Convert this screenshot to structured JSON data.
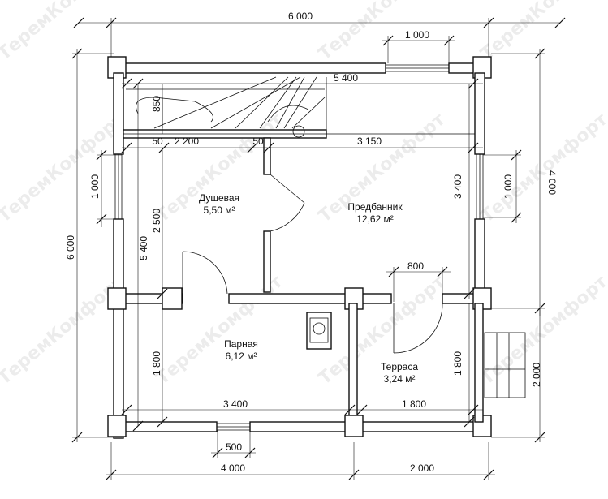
{
  "watermark": "ТеремКомфорт",
  "dimensions": {
    "top_total": "6 000",
    "top_window": "1 000",
    "left_total": "6 000",
    "left_window": "1 000",
    "left_inner": "5 400",
    "right_upper": "4 000",
    "right_window": "1 000",
    "right_lower": "2 000",
    "bottom_left": "4 000",
    "bottom_right": "2 000",
    "bottom_door": "500",
    "inner_top": "5 400",
    "inner_mid_right": "3 150",
    "inner_mid_left": "2 200",
    "inner_mid_50a": "50",
    "inner_mid_50b": "50",
    "inner_850": "850",
    "inner_2500": "2 500",
    "inner_3400_v": "3 400",
    "inner_800": "800",
    "inner_1800_left": "1 800",
    "inner_1800_right": "1 800",
    "inner_3400_h": "3 400",
    "inner_1800_h": "1 800"
  },
  "rooms": [
    {
      "name": "Душевая",
      "area": "5,50 м²"
    },
    {
      "name": "Предбанник",
      "area": "12,62 м²"
    },
    {
      "name": "Парная",
      "area": "6,12 м²"
    },
    {
      "name": "Терраса",
      "area": "3,24 м²"
    }
  ]
}
